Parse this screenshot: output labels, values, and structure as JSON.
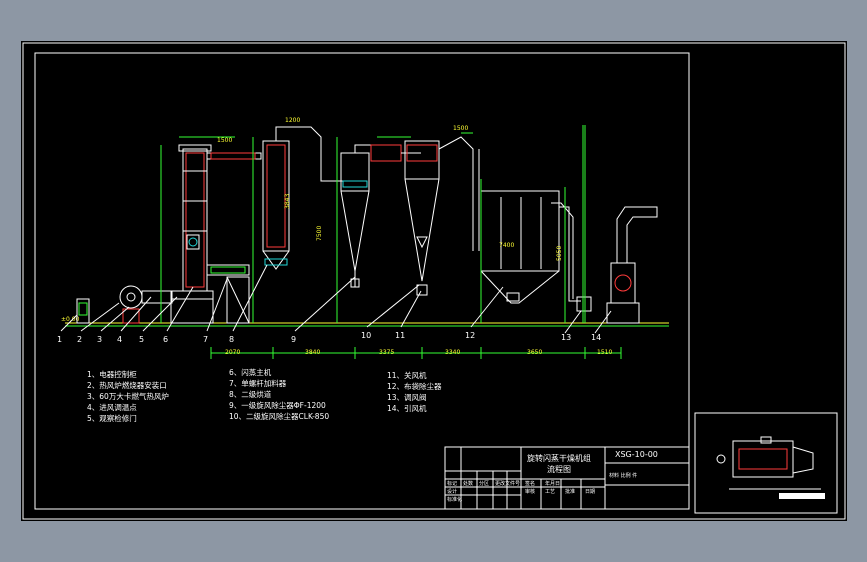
{
  "balloons": [
    "1",
    "2",
    "3",
    "4",
    "5",
    "6",
    "7",
    "8",
    "9",
    "10",
    "11",
    "12",
    "13",
    "14"
  ],
  "dimensions": {
    "top_left": "1500",
    "top_mid": "1200",
    "top_right": "1500",
    "bottom_1": "2070",
    "bottom_2": "3840",
    "bottom_3": "3375",
    "bottom_4": "3340",
    "bottom_5": "3650",
    "bottom_6": "1510",
    "v_left_1": "3843",
    "v_left_2": "7500",
    "v_mid": "7400",
    "v_right": "5050",
    "ground": "±0.00"
  },
  "legend": {
    "col1": [
      "1、电器控制柜",
      "2、热风炉燃烧器安装口",
      "3、60万大卡燃气热风炉",
      "4、进风调温点",
      "5、观察检修门"
    ],
    "col2": [
      "6、闪蒸主机",
      "7、单螺杆加料器",
      "8、二级烘道",
      "9、一级旋风除尘器ΦF-1200",
      "10、二级旋风除尘器CLK-850"
    ],
    "col3": [
      "11、关风机",
      "12、布袋除尘器",
      "13、调风阀",
      "14、引风机"
    ]
  },
  "title_block": {
    "drawing_title": "旋转闪蒸干燥机组",
    "drawing_subtitle": "流程图",
    "drawing_no": "XSG-10-00",
    "scale_row": "材料 比例 件",
    "sub_headers": [
      "标记",
      "处数",
      "分区",
      "更改文件号",
      "签名",
      "年月日"
    ],
    "row_headers": [
      "设计",
      "标准化",
      "审核",
      "工艺",
      "批准",
      "日期"
    ]
  }
}
